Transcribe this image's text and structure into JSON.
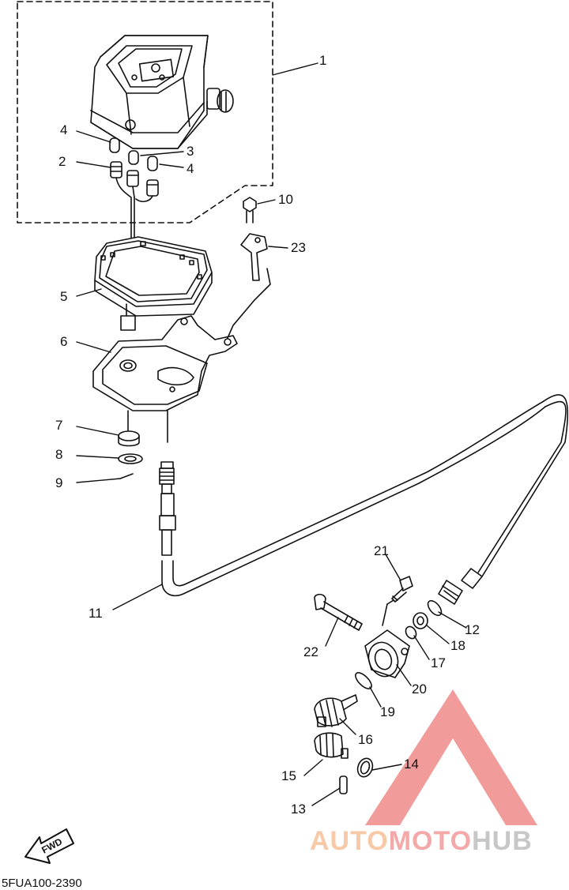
{
  "callouts": [
    {
      "id": "1",
      "text": "1"
    },
    {
      "id": "2",
      "text": "2"
    },
    {
      "id": "3",
      "text": "3"
    },
    {
      "id": "4a",
      "text": "4"
    },
    {
      "id": "4b",
      "text": "4"
    },
    {
      "id": "5",
      "text": "5"
    },
    {
      "id": "6",
      "text": "6"
    },
    {
      "id": "7",
      "text": "7"
    },
    {
      "id": "8",
      "text": "8"
    },
    {
      "id": "9",
      "text": "9"
    },
    {
      "id": "10",
      "text": "10"
    },
    {
      "id": "11",
      "text": "11"
    },
    {
      "id": "12",
      "text": "12"
    },
    {
      "id": "13",
      "text": "13"
    },
    {
      "id": "14",
      "text": "14"
    },
    {
      "id": "15",
      "text": "15"
    },
    {
      "id": "16",
      "text": "16"
    },
    {
      "id": "17",
      "text": "17"
    },
    {
      "id": "18",
      "text": "18"
    },
    {
      "id": "19",
      "text": "19"
    },
    {
      "id": "20",
      "text": "20"
    },
    {
      "id": "21",
      "text": "21"
    },
    {
      "id": "22",
      "text": "22"
    },
    {
      "id": "23",
      "text": "23"
    }
  ],
  "doc_code": "5FUA100-2390",
  "fwd_label": "FWD",
  "watermark": {
    "part1": "AUTO",
    "part2": "MOTO",
    "part3": "HUB"
  },
  "colors": {
    "line": "#111111",
    "watermark_red": "#f08a8a",
    "watermark_orange": "#f7c9a6",
    "watermark_grey": "#c7c7c7"
  }
}
